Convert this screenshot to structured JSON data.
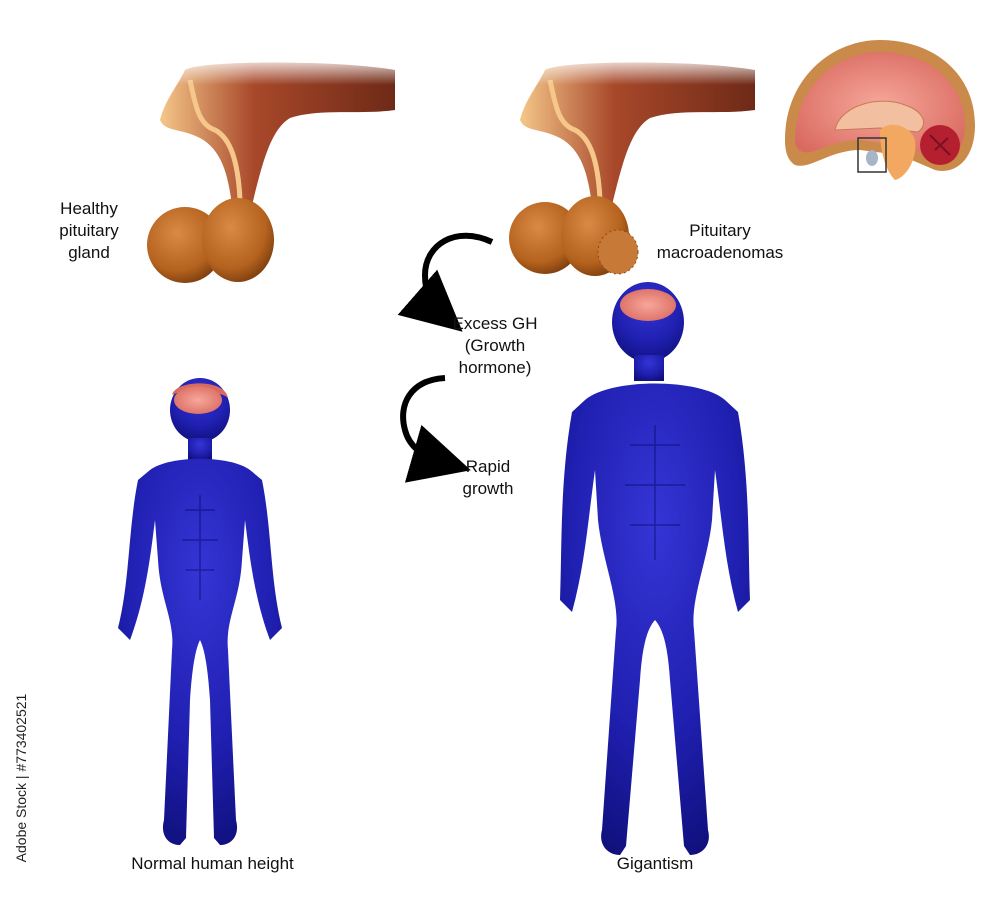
{
  "labels": {
    "healthy_gland": "Healthy\npituitary\ngland",
    "macroadenoma": "Pituitary\nmacroadenomas",
    "excess_gh": "Excess GH\n(Growth\nhormone)",
    "rapid_growth": "Rapid\ngrowth",
    "normal_height": "Normal human height",
    "gigantism": "Gigantism"
  },
  "credit": {
    "side_text": "Adobe Stock | #773402521"
  },
  "colors": {
    "body_blue": "#1f1fb0",
    "body_dark": "#0f0f7a",
    "gland_brown": "#b4621e",
    "tissue_red": "#9b3a22",
    "brain_pink": "#f08a80",
    "arrow": "#000000"
  }
}
